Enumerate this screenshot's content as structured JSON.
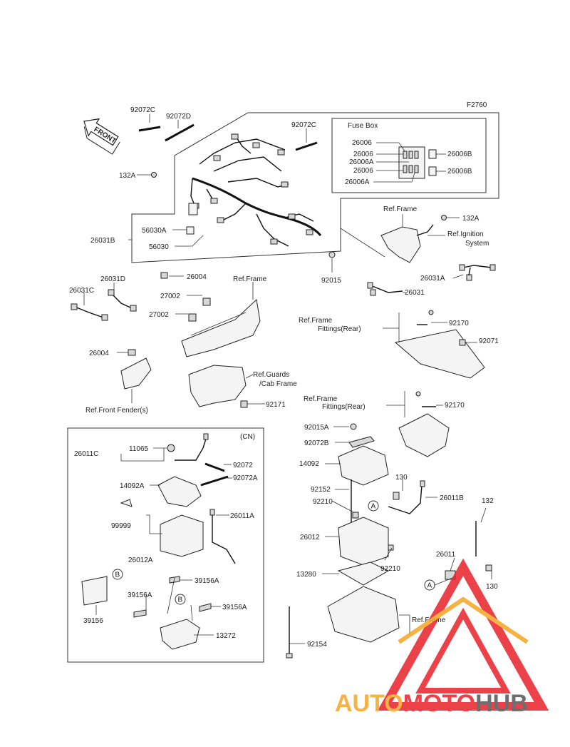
{
  "figure_code": "F2760",
  "front_label": "FRONT",
  "fuse_box": {
    "title": "Fuse Box",
    "labels_left": [
      "26006",
      "26006",
      "26006A",
      "26006",
      "26006A"
    ],
    "labels_right": [
      "26006B",
      "26006B"
    ]
  },
  "labels": {
    "p92072C_a": "92072C",
    "p92072D": "92072D",
    "p92072C_b": "92072C",
    "p132A_a": "132A",
    "p26031B": "26031B",
    "p56030A": "56030A",
    "p56030": "56030",
    "p26004_a": "26004",
    "p92015": "92015",
    "ref_frame_a": "Ref.Frame",
    "p132A_b": "132A",
    "ref_ignition_1": "Ref.Ignition",
    "ref_ignition_2": "System",
    "p26031A": "26031A",
    "p26031": "26031",
    "p26031C": "26031C",
    "p26031D": "26031D",
    "ref_frame_b": "Ref.Frame",
    "p27002_a": "27002",
    "p27002_b": "27002",
    "ref_frame_fit_a1": "Ref.Frame",
    "ref_frame_fit_a2": "Fittings(Rear)",
    "p92170_a": "92170",
    "p92071": "92071",
    "p26004_b": "26004",
    "ref_guards_1": "Ref.Guards",
    "ref_guards_2": "/Cab Frame",
    "p92171": "92171",
    "ref_front_fender": "Ref.Front Fender(s)",
    "ref_frame_fit_b1": "Ref.Frame",
    "ref_frame_fit_b2": "Fittings(Rear)",
    "p92170_b": "92170",
    "cn_tag": "(CN)",
    "p26011C": "26011C",
    "p11065": "11065",
    "p92072": "92072",
    "p92072A": "92072A",
    "p14092A": "14092A",
    "p99999": "99999",
    "p26011A": "26011A",
    "p26012A": "26012A",
    "p39156A_a": "39156A",
    "p39156A_b": "39156A",
    "p39156A_c": "39156A",
    "p39156": "39156",
    "p13272": "13272",
    "mark_B_a": "B",
    "mark_B_b": "B",
    "p92015A": "92015A",
    "p92072B": "92072B",
    "p14092": "14092",
    "p130_a": "130",
    "p92152": "92152",
    "p26011B": "26011B",
    "p92210_a": "92210",
    "mark_A_a": "A",
    "p132": "132",
    "p26012": "26012",
    "p92210_b": "92210",
    "p26011": "26011",
    "p13280": "13280",
    "mark_A_b": "A",
    "p130_b": "130",
    "ref_frame_c": "Ref.Frame",
    "p92154": "92154"
  },
  "watermark": {
    "text_part1": "AUTO",
    "text_part2": "MOTO",
    "text_part3": "HUB",
    "color_orange": "#f5a623",
    "color_red": "#e8202a",
    "color_gray": "#555555"
  }
}
